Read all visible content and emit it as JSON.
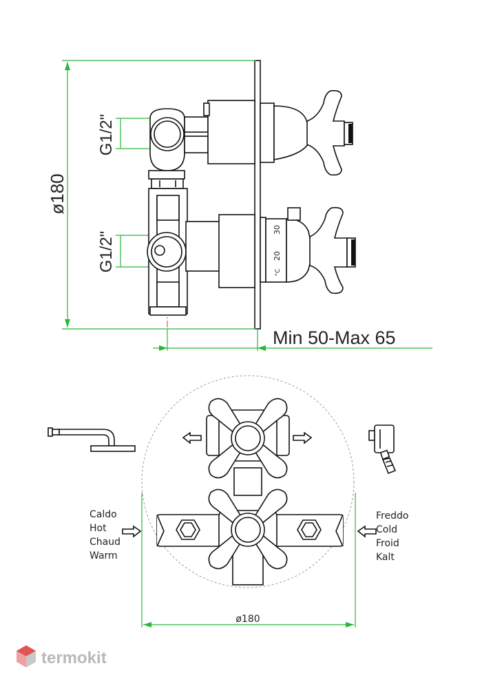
{
  "side_view": {
    "dim_height": "ø180",
    "thread_top": "G1/2\"",
    "thread_bottom": "G1/2\"",
    "depth": "Min 50-Max 65",
    "scale_30": "30",
    "scale_20": "20",
    "scale_unit": "°C"
  },
  "front_view": {
    "left_labels": [
      "Caldo",
      "Hot",
      "Chaud",
      "Warm"
    ],
    "right_labels": [
      "Freddo",
      "Cold",
      "Froid",
      "Kalt"
    ],
    "dim_diameter": "ø180"
  },
  "icons": {
    "shower_head": "shower-head-icon",
    "hand_shower_outlet": "hand-shower-outlet-icon",
    "arrow": "arrow-icon"
  },
  "logo": {
    "text": "termokit"
  },
  "colors": {
    "dimension": "#2bb53a",
    "centerline": "#d33333",
    "outline": "#111111",
    "logo": "#b9b9b9"
  }
}
